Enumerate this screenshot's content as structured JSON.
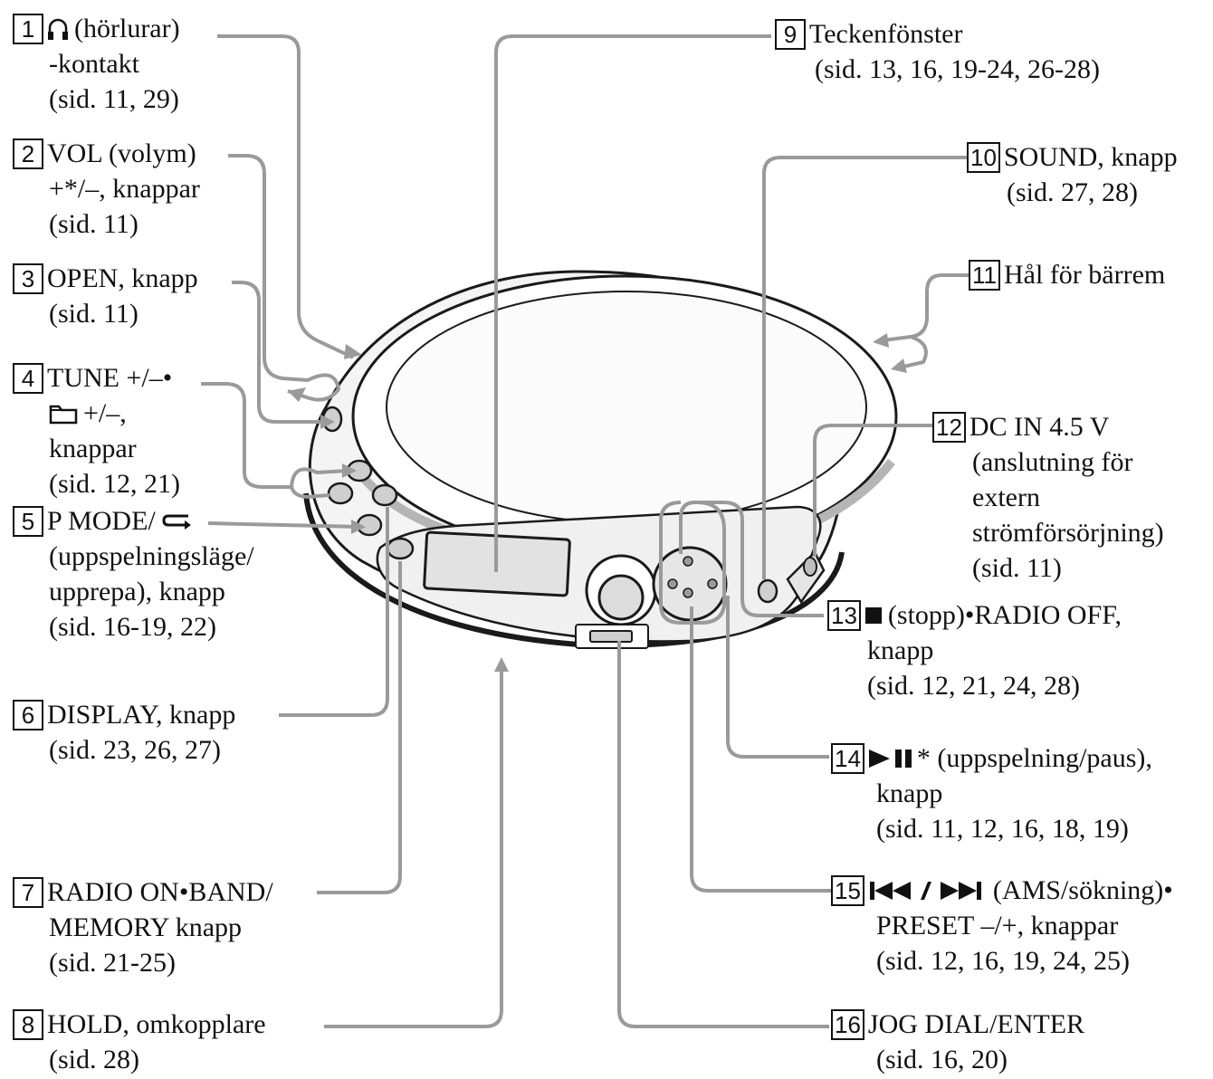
{
  "colors": {
    "leader": "#9a9a9a",
    "ink": "#111111",
    "device_outline": "#1a1a1a",
    "device_shade": "#d9d9d9"
  },
  "callouts": [
    {
      "number": "1",
      "symbol": "headphones-icon",
      "lines": [
        "(hörlurar)",
        "-kontakt",
        "(sid. 11, 29)"
      ]
    },
    {
      "number": "2",
      "symbol": "",
      "lines": [
        "VOL (volym)",
        "+*/–, knappar",
        "(sid. 11)"
      ]
    },
    {
      "number": "3",
      "symbol": "",
      "lines": [
        "OPEN, knapp",
        "(sid. 11)"
      ]
    },
    {
      "number": "4",
      "symbol": "folder-icon",
      "lines": [
        "TUNE +/–•",
        "+/–,",
        "knappar",
        "(sid. 12, 21)"
      ]
    },
    {
      "number": "5",
      "symbol": "repeat-icon",
      "lines": [
        "P MODE/",
        "(uppspelningsläge/",
        "upprepa), knapp",
        "(sid. 16-19, 22)"
      ]
    },
    {
      "number": "6",
      "symbol": "",
      "lines": [
        "DISPLAY, knapp",
        "(sid. 23, 26, 27)"
      ]
    },
    {
      "number": "7",
      "symbol": "",
      "lines": [
        "RADIO ON•BAND/",
        "MEMORY knapp",
        "(sid. 21-25)"
      ]
    },
    {
      "number": "8",
      "symbol": "",
      "lines": [
        "HOLD, omkopplare",
        "(sid. 28)"
      ]
    },
    {
      "number": "9",
      "symbol": "",
      "lines": [
        "Teckenfönster",
        "(sid. 13, 16, 19-24, 26-28)"
      ]
    },
    {
      "number": "10",
      "symbol": "",
      "lines": [
        "SOUND, knapp",
        "(sid. 27, 28)"
      ]
    },
    {
      "number": "11",
      "symbol": "",
      "lines": [
        "Hål för bärrem"
      ]
    },
    {
      "number": "12",
      "symbol": "",
      "lines": [
        "DC IN 4.5 V",
        "(anslutning för",
        "extern",
        "strömförsörjning)",
        "(sid. 11)"
      ]
    },
    {
      "number": "13",
      "symbol": "stop-icon",
      "lines": [
        "(stopp)•RADIO OFF,",
        "knapp",
        "(sid. 12, 21, 24, 28)"
      ]
    },
    {
      "number": "14",
      "symbol": "play-pause-icon",
      "lines": [
        "* (uppspelning/paus),",
        "knapp",
        "(sid. 11, 12, 16, 18, 19)"
      ]
    },
    {
      "number": "15",
      "symbol": "prev-next-icon",
      "lines": [
        "(AMS/sökning)•",
        "PRESET –/+, knappar",
        "(sid. 12, 16, 19, 24, 25)"
      ]
    },
    {
      "number": "16",
      "symbol": "",
      "lines": [
        "JOG DIAL/ENTER",
        "(sid. 16, 20)"
      ]
    }
  ]
}
